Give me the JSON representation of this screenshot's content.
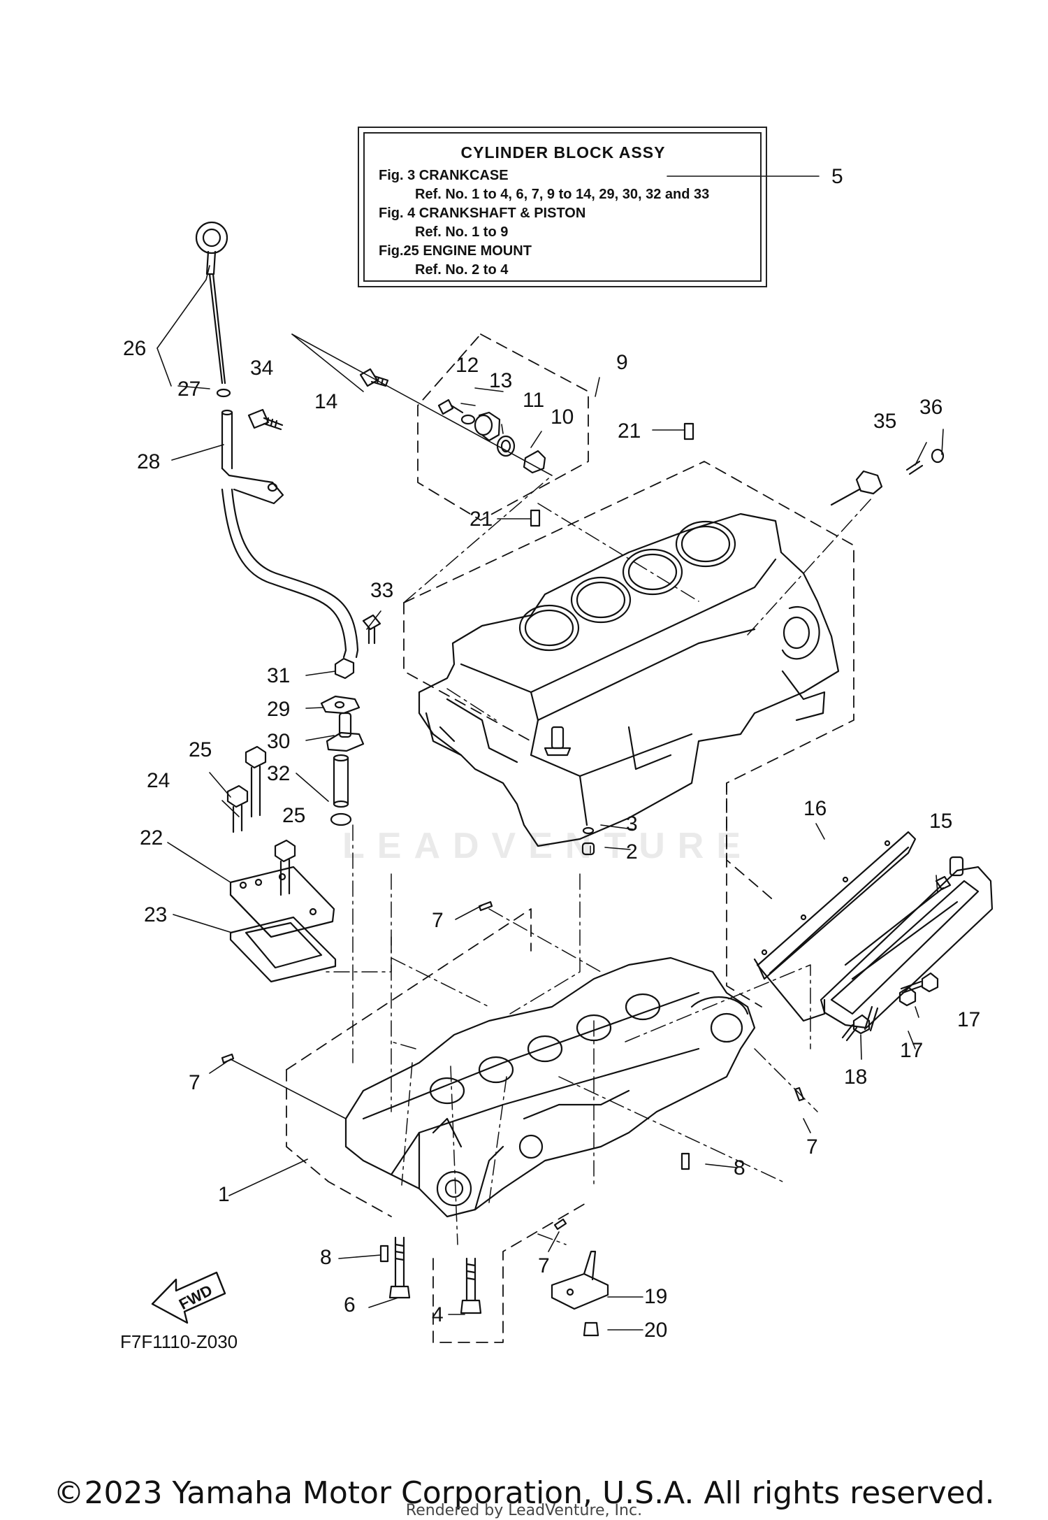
{
  "legend": {
    "title": "CYLINDER BLOCK ASSY",
    "lines": [
      {
        "label": "Fig.  3 CRANKCASE",
        "ref": "Ref. No. 1 to 4, 6, 7, 9 to 14, 29, 30, 32 and 33"
      },
      {
        "label": "Fig.  4 CRANKSHAFT & PISTON",
        "ref": "Ref. No. 1 to 9"
      },
      {
        "label": "Fig.25 ENGINE MOUNT",
        "ref": "Ref. No. 2 to 4"
      }
    ]
  },
  "callouts": [
    "5",
    "26",
    "27",
    "28",
    "34",
    "14",
    "12",
    "13",
    "11",
    "10",
    "9",
    "21",
    "21",
    "35",
    "36",
    "33",
    "31",
    "29",
    "30",
    "25",
    "24",
    "32",
    "25",
    "22",
    "23",
    "3",
    "2",
    "16",
    "15",
    "7",
    "7",
    "7",
    "17",
    "17",
    "18",
    "7",
    "8",
    "1",
    "8",
    "6",
    "4",
    "7",
    "19",
    "20"
  ],
  "fwd_label": "FWD",
  "drawing_code": "F7F1110-Z030",
  "watermark": "LEADVENTURE",
  "copyright": "©2023 Yamaha Motor Corporation, U.S.A. All rights reserved.",
  "rendered_by": "Rendered by LeadVenture, Inc."
}
